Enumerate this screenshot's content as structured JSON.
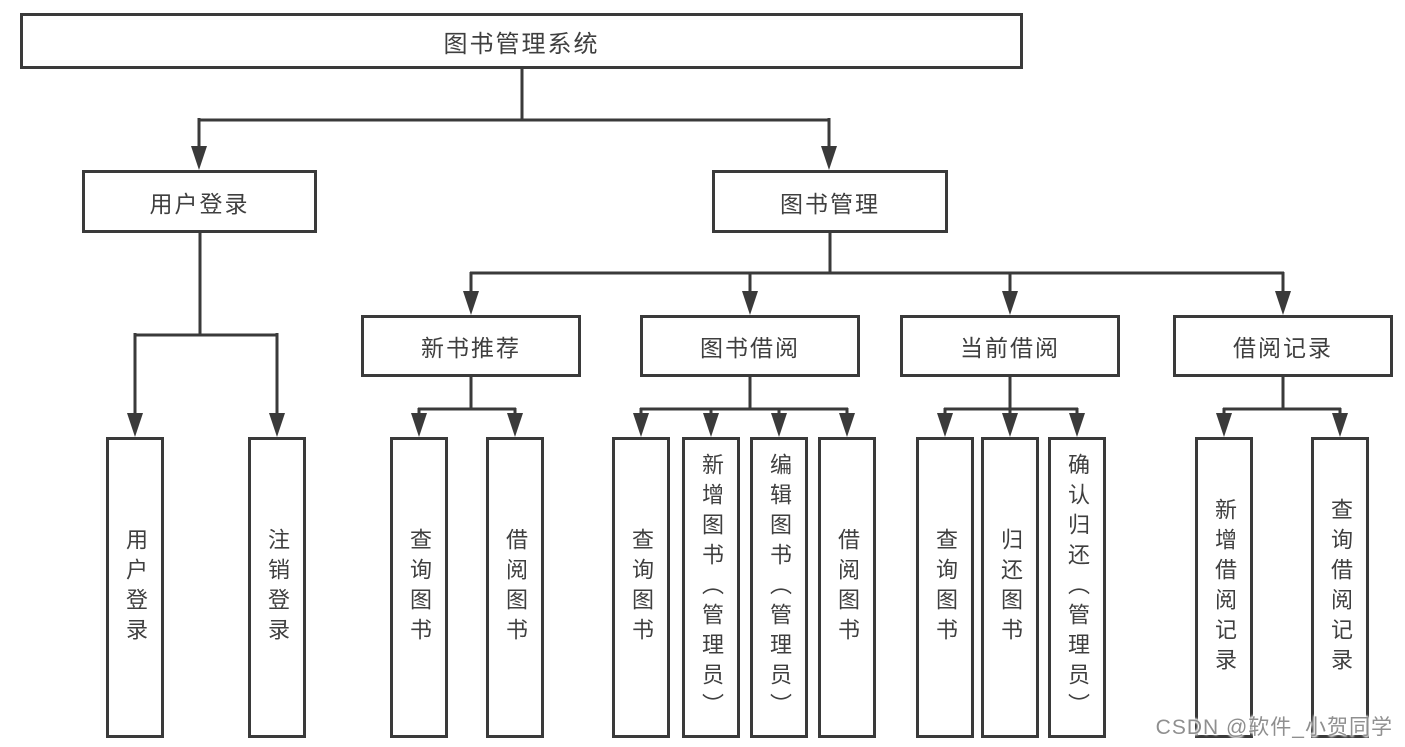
{
  "diagram": {
    "root": {
      "label": "图书管理系统"
    },
    "level2": [
      {
        "label": "用户登录"
      },
      {
        "label": "图书管理"
      }
    ],
    "level3": [
      {
        "label": "新书推荐"
      },
      {
        "label": "图书借阅"
      },
      {
        "label": "当前借阅"
      },
      {
        "label": "借阅记录"
      }
    ],
    "leaves": [
      {
        "label": "用户登录"
      },
      {
        "label": "注销登录"
      },
      {
        "label": "查询图书"
      },
      {
        "label": "借阅图书"
      },
      {
        "label": "查询图书"
      },
      {
        "label": "新增图书（管理员）"
      },
      {
        "label": "编辑图书（管理员）"
      },
      {
        "label": "借阅图书"
      },
      {
        "label": "查询图书"
      },
      {
        "label": "归还图书"
      },
      {
        "label": "确认归还（管理员）"
      },
      {
        "label": "新增借阅记录"
      },
      {
        "label": "查询借阅记录"
      }
    ]
  },
  "watermark": {
    "text": "CSDN @软件_小贺同学"
  },
  "colors": {
    "line": "#3a3a3a",
    "box_border": "#3a3a3a",
    "text": "#3f3f3f",
    "background": "#ffffff",
    "watermark": "#8f8f8f"
  }
}
